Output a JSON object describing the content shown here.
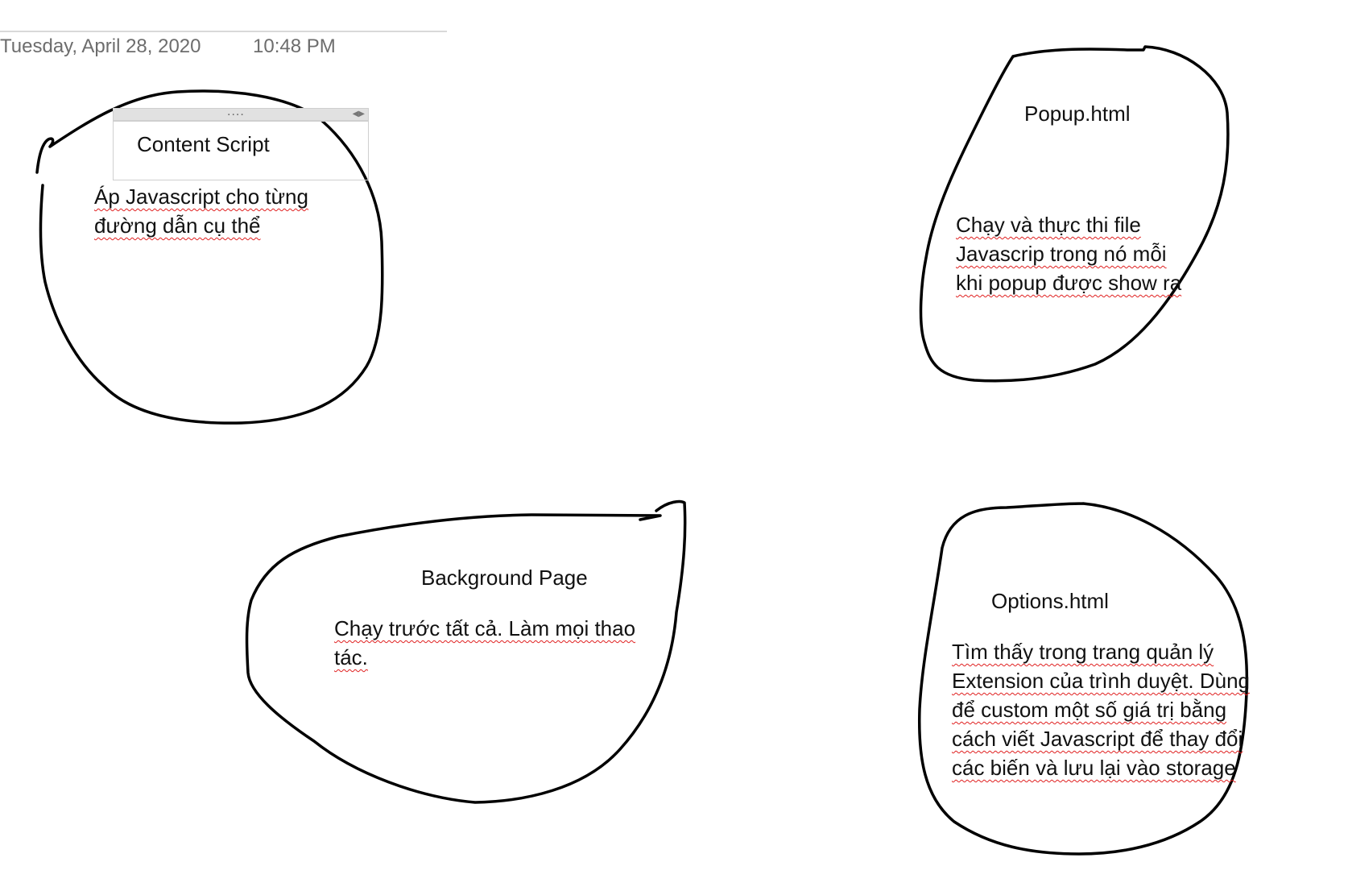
{
  "header": {
    "date": "Tuesday, April 28, 2020",
    "time": "10:48 PM"
  },
  "container_handle": {
    "dots": "....",
    "arrows": "◀▶"
  },
  "notes": {
    "content_script": {
      "title": "Content Script",
      "text": "Áp Javascript cho từng đường dẫn cụ thể"
    },
    "popup": {
      "title": "Popup.html",
      "text": "Chạy và thực thi file Javascrip trong nó mỗi khi popup được show ra"
    },
    "background": {
      "title": "Background Page",
      "text": "Chạy trước tất cả. Làm mọi thao tác."
    },
    "options": {
      "title": "Options.html",
      "text": "Tìm thấy trong trang quản lý Extension của trình duyệt. Dùng để custom một số giá trị bằng cách viết Javascript để thay đổi các biến và lưu lại vào storage"
    }
  },
  "colors": {
    "ink": "#000000",
    "spellcheck": "#e02020",
    "header_text": "#6d6d6d"
  }
}
